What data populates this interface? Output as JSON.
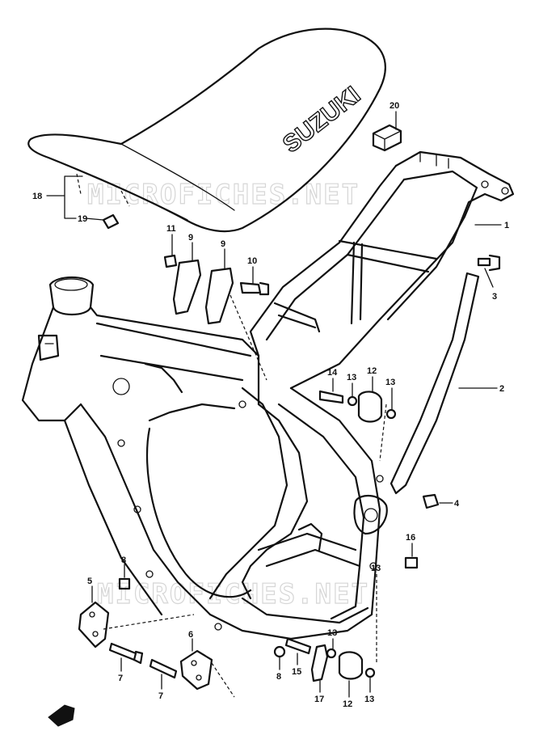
{
  "watermark": {
    "top": "MICROFICHES.NET",
    "bottom": "MICROFICHES.NET"
  },
  "seat": {
    "brand": "SUZUKI"
  },
  "callouts": [
    {
      "id": "c1",
      "label": "1"
    },
    {
      "id": "c2",
      "label": "2"
    },
    {
      "id": "c3",
      "label": "3"
    },
    {
      "id": "c4",
      "label": "4"
    },
    {
      "id": "c5",
      "label": "5"
    },
    {
      "id": "c6",
      "label": "6"
    },
    {
      "id": "c7a",
      "label": "7"
    },
    {
      "id": "c7b",
      "label": "7"
    },
    {
      "id": "c8a",
      "label": "8"
    },
    {
      "id": "c8b",
      "label": "8"
    },
    {
      "id": "c9a",
      "label": "9"
    },
    {
      "id": "c9b",
      "label": "9"
    },
    {
      "id": "c10",
      "label": "10"
    },
    {
      "id": "c11",
      "label": "11"
    },
    {
      "id": "c12a",
      "label": "12"
    },
    {
      "id": "c12b",
      "label": "12"
    },
    {
      "id": "c13a",
      "label": "13"
    },
    {
      "id": "c13b",
      "label": "13"
    },
    {
      "id": "c13c",
      "label": "13"
    },
    {
      "id": "c13d",
      "label": "13"
    },
    {
      "id": "c13e",
      "label": "13"
    },
    {
      "id": "c14",
      "label": "14"
    },
    {
      "id": "c15",
      "label": "15"
    },
    {
      "id": "c16",
      "label": "16"
    },
    {
      "id": "c17",
      "label": "17"
    },
    {
      "id": "c18",
      "label": "18"
    },
    {
      "id": "c19",
      "label": "19"
    },
    {
      "id": "c20",
      "label": "20"
    }
  ]
}
